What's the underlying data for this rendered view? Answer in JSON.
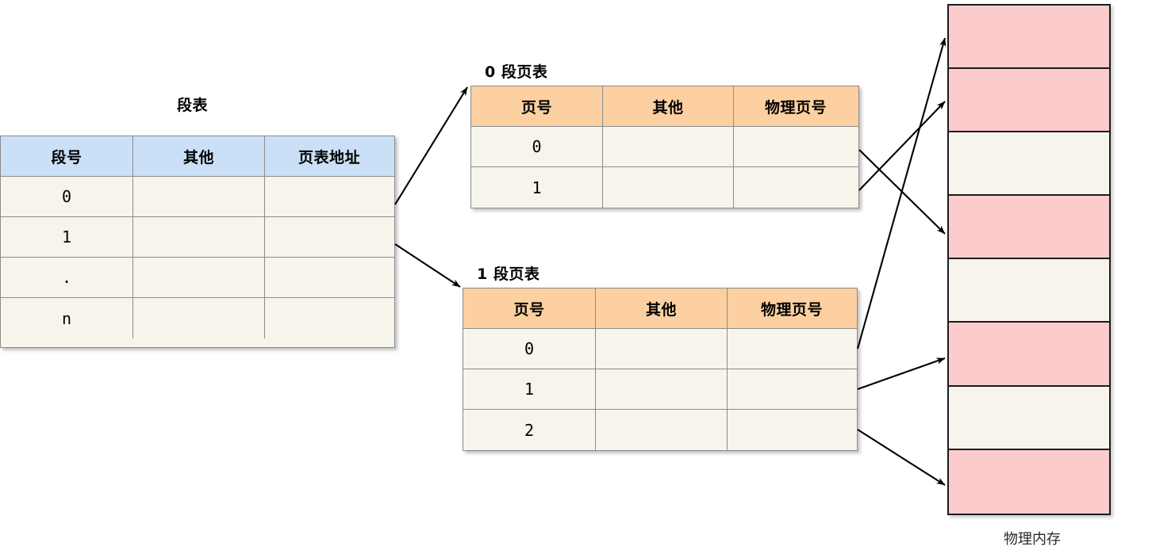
{
  "diagram": {
    "caption_physical_memory": "物理内存"
  },
  "segment_table": {
    "title": "段表",
    "headers": [
      "段号",
      "其他",
      "页表地址"
    ],
    "rows": [
      {
        "id": "0",
        "other": "",
        "page_table_addr": ""
      },
      {
        "id": "1",
        "other": "",
        "page_table_addr": ""
      },
      {
        "id": ".",
        "other": "",
        "page_table_addr": ""
      },
      {
        "id": "n",
        "other": "",
        "page_table_addr": ""
      }
    ]
  },
  "page_table_0": {
    "title": "0 段页表",
    "headers": [
      "页号",
      "其他",
      "物理页号"
    ],
    "rows": [
      {
        "page_no": "0",
        "other": "",
        "frame_no": ""
      },
      {
        "page_no": "1",
        "other": "",
        "frame_no": ""
      }
    ]
  },
  "page_table_1": {
    "title": "1 段页表",
    "headers": [
      "页号",
      "其他",
      "物理页号"
    ],
    "rows": [
      {
        "page_no": "0",
        "other": "",
        "frame_no": ""
      },
      {
        "page_no": "1",
        "other": "",
        "frame_no": ""
      },
      {
        "page_no": "2",
        "other": "",
        "frame_no": ""
      }
    ]
  },
  "physical_memory": {
    "blocks": [
      {
        "index": 1,
        "state": "used"
      },
      {
        "index": 2,
        "state": "used"
      },
      {
        "index": 3,
        "state": "free"
      },
      {
        "index": 4,
        "state": "used"
      },
      {
        "index": 5,
        "state": "free"
      },
      {
        "index": 6,
        "state": "used"
      },
      {
        "index": 7,
        "state": "free"
      },
      {
        "index": 8,
        "state": "used"
      }
    ]
  },
  "colors": {
    "segment_header": "#c9e0f6",
    "page_header": "#fcd0a0",
    "table_body": "#f7f4ec",
    "memory_used": "#fccccc",
    "memory_free": "#f7f4ec",
    "border": "#8d8d8d",
    "memory_border": "#1c1c1c",
    "arrow": "#000000"
  },
  "arrows": [
    {
      "from": "segment-table-row-0",
      "to": "page-table-0"
    },
    {
      "from": "segment-table-row-1",
      "to": "page-table-1"
    },
    {
      "from": "page-table-0-row-0",
      "to": "memory-block-4"
    },
    {
      "from": "page-table-0-row-1",
      "to": "memory-block-2"
    },
    {
      "from": "page-table-1-row-0",
      "to": "memory-block-1"
    },
    {
      "from": "page-table-1-row-1",
      "to": "memory-block-6"
    },
    {
      "from": "page-table-1-row-2",
      "to": "memory-block-8"
    }
  ]
}
